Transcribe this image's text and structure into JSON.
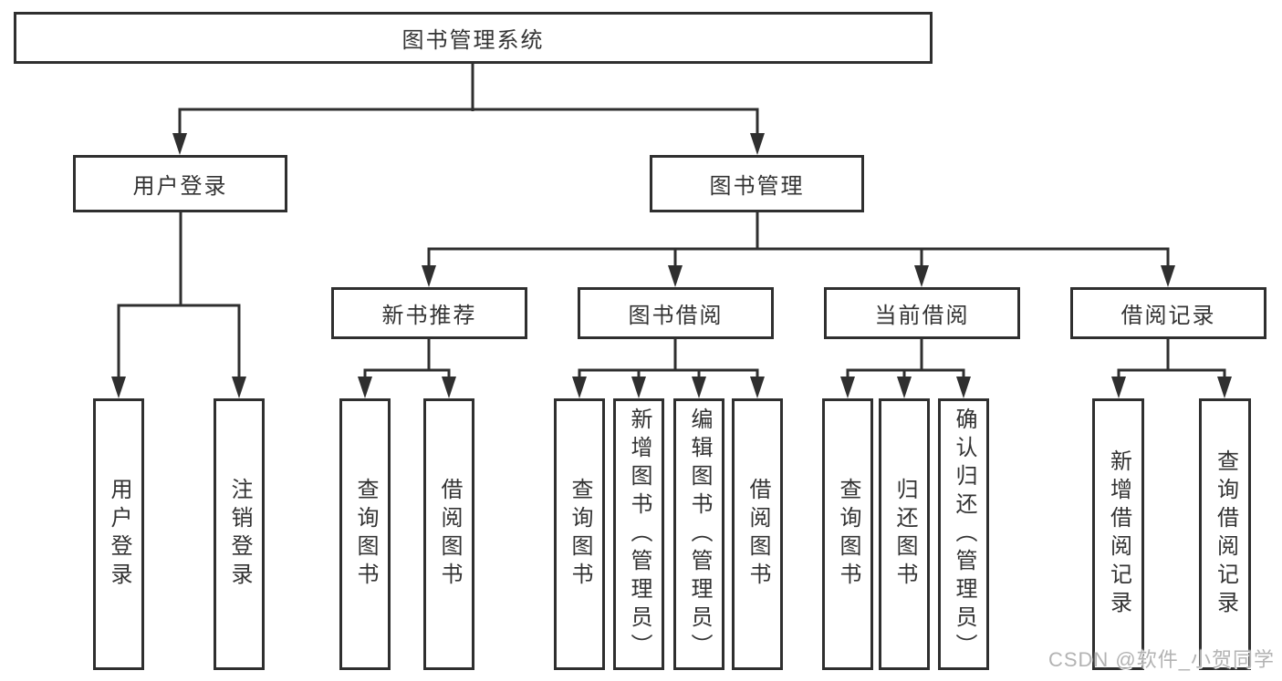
{
  "diagram": {
    "root": {
      "label": "图书管理系统"
    },
    "branches": [
      {
        "label": "用户登录",
        "children": [
          {
            "label": "用户登录"
          },
          {
            "label": "注销登录"
          }
        ]
      },
      {
        "label": "图书管理",
        "children": [
          {
            "label": "新书推荐",
            "children": [
              {
                "label": "查询图书"
              },
              {
                "label": "借阅图书"
              }
            ]
          },
          {
            "label": "图书借阅",
            "children": [
              {
                "label": "查询图书"
              },
              {
                "label": "新增图书（管理员）"
              },
              {
                "label": "编辑图书（管理员）"
              },
              {
                "label": "借阅图书"
              }
            ]
          },
          {
            "label": "当前借阅",
            "children": [
              {
                "label": "查询图书"
              },
              {
                "label": "归还图书"
              },
              {
                "label": "确认归还（管理员）"
              }
            ]
          },
          {
            "label": "借阅记录",
            "children": [
              {
                "label": "新增借阅记录"
              },
              {
                "label": "查询借阅记录"
              }
            ]
          }
        ]
      }
    ],
    "watermark": "CSDN @软件_小贺同学",
    "colors": {
      "line": "#2f2f2f",
      "box_border": "#2f2f2f",
      "text": "#333333",
      "watermark": "#b3b3b3",
      "background": "#ffffff"
    }
  }
}
